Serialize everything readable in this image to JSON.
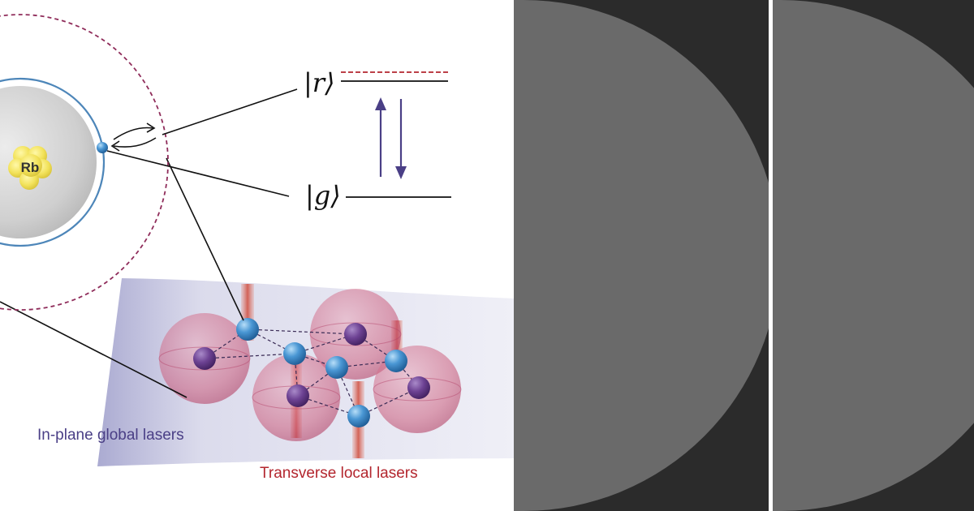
{
  "diagram": {
    "nucleus_label": "Rb",
    "ket_excited": "|r⟩",
    "ket_ground": "|g⟩",
    "label_global": "In-plane global lasers",
    "label_local": "Transverse local lasers"
  },
  "colors": {
    "global_label": "#4a3f86",
    "local_label": "#b3262e",
    "arrow": "#4a3f86",
    "dashed_level": "#b3262e",
    "orbit_dashed": "#8f2c5a",
    "orbit_solid": "#4d86b9",
    "atom_blue": "#3a86c8",
    "atom_purple": "#6a3d8f",
    "bubble": "#c9536f",
    "laser_sheet": "#c7c7e1",
    "background_right": "#2b2b2b",
    "panel_gray": "#6a6a6a",
    "divider": "#ffffff"
  },
  "icons": [
    "rubidium-nucleus-icon",
    "electron-icon",
    "up-arrow-icon",
    "down-arrow-icon"
  ]
}
